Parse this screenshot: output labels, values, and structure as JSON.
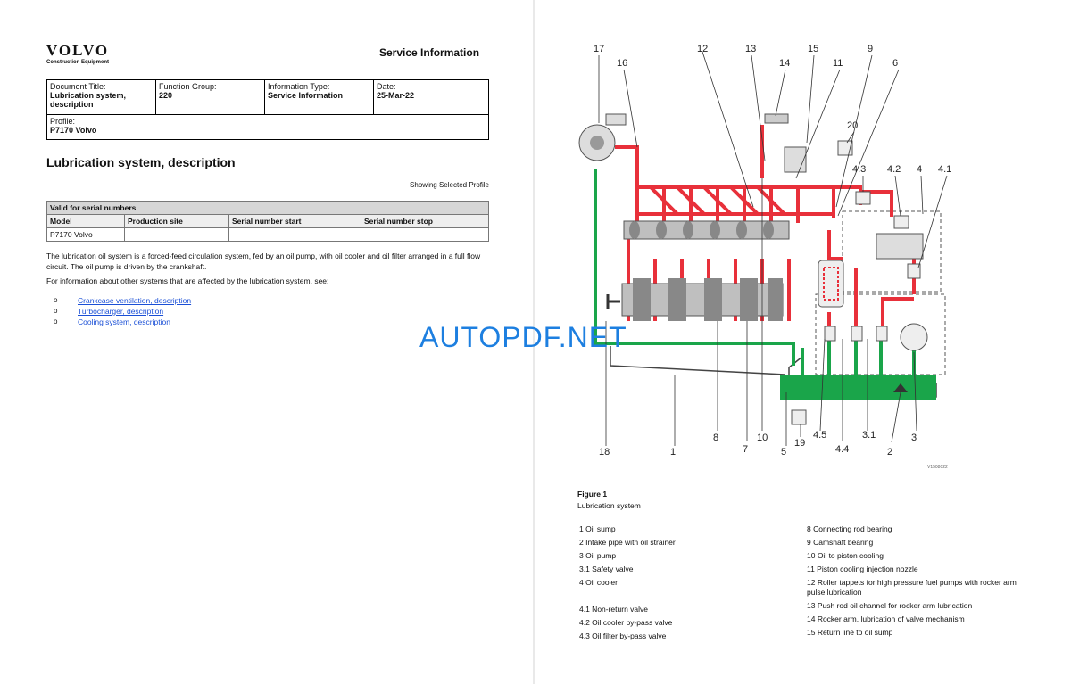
{
  "header": {
    "brand": "VOLVO",
    "brand_sub": "Construction Equipment",
    "service_info": "Service Information",
    "doc_title_label": "Document Title:",
    "doc_title_value": "Lubrication system, description",
    "function_group_label": "Function Group:",
    "function_group_value": "220",
    "info_type_label": "Information Type:",
    "info_type_value": "Service Information",
    "date_label": "Date:",
    "date_value": "25-Mar-22",
    "profile_label": "Profile:",
    "profile_value": "P7170 Volvo"
  },
  "title": "Lubrication system, description",
  "showing_profile": "Showing Selected Profile",
  "serial_table": {
    "band": "Valid for serial numbers",
    "columns": [
      "Model",
      "Production site",
      "Serial number start",
      "Serial number stop"
    ],
    "row": [
      "P7170 Volvo",
      "",
      "",
      ""
    ]
  },
  "body": {
    "para1": "The lubrication oil system is a forced-feed circulation system, fed by an oil pump, with oil cooler and oil filter arranged in a full flow circuit. The oil pump is driven by the crankshaft.",
    "para2": "For information about other systems that are affected by the lubrication system, see:",
    "links": [
      "Crankcase ventilation, description",
      "Turbocharger, description",
      "Cooling system, description"
    ],
    "bullet": "o"
  },
  "watermark": "AUTOPDF.NET",
  "figure": {
    "caption": "Figure 1",
    "subtitle": "Lubrication system",
    "image_code": "V1508022",
    "callouts": [
      "17",
      "16",
      "12",
      "13",
      "14",
      "15",
      "11",
      "9",
      "6",
      "20",
      "4.3",
      "4.2",
      "4",
      "4.1",
      "18",
      "1",
      "8",
      "7",
      "10",
      "5",
      "19",
      "4.5",
      "4.4",
      "3.1",
      "2",
      "3"
    ],
    "legend_left": [
      "1 Oil sump",
      "2 Intake pipe with oil strainer",
      "3 Oil pump",
      "3.1 Safety valve",
      "4 Oil cooler",
      "4.1 Non-return valve",
      "4.2 Oil cooler by-pass valve",
      "4.3 Oil filter by-pass valve"
    ],
    "legend_right": [
      "8 Connecting rod bearing",
      "9 Camshaft bearing",
      "10 Oil to piston cooling",
      "11 Piston cooling injection nozzle",
      "12 Roller tappets for high pressure fuel pumps with rocker arm pulse lubrication",
      "13 Push rod oil channel for rocker arm lubrication",
      "14 Rocker arm, lubrication of valve mechanism",
      "15 Return line to oil sump"
    ]
  },
  "colors": {
    "pressure": "#e8303a",
    "suction": "#1aa54a",
    "link": "#1a4fd6",
    "watermark": "#1d7fe0"
  }
}
